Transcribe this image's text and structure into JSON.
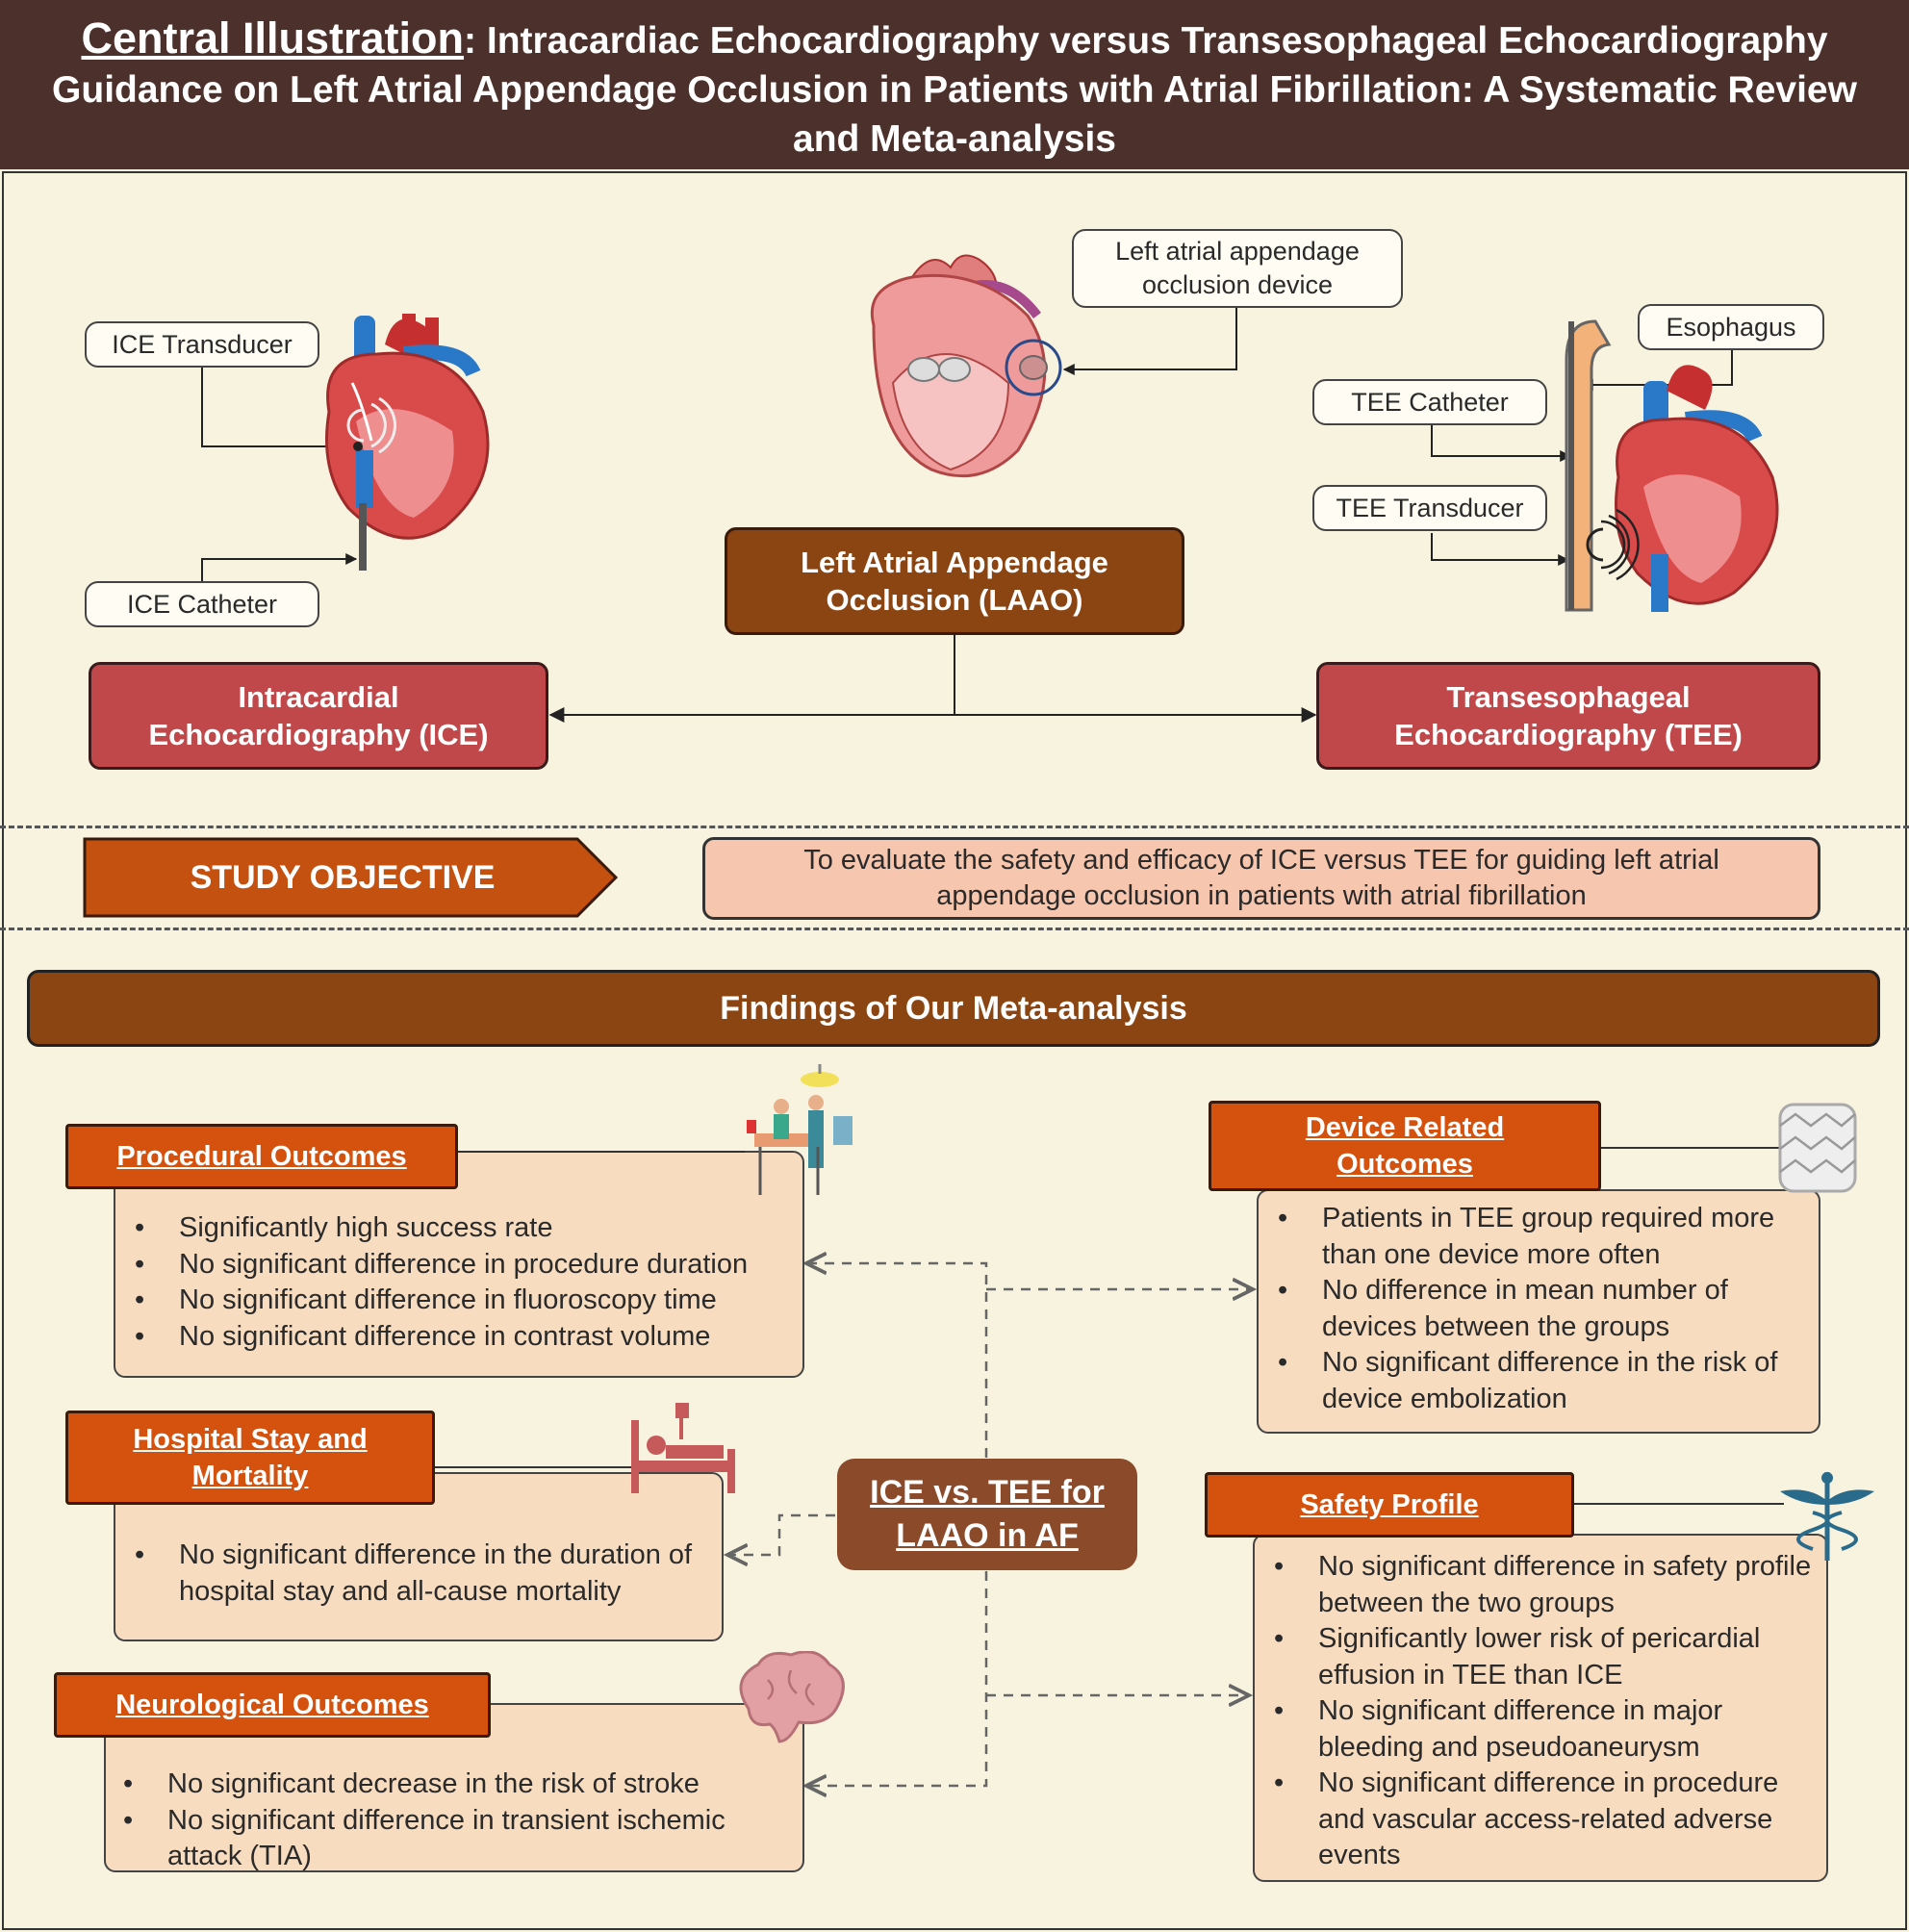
{
  "title": {
    "lead": "Central Illustration",
    "line1": ": Intracardiac Echocardiography versus Transesophageal Echocardiography",
    "line2": "Guidance on Left Atrial Appendage Occlusion in Patients with Atrial Fibrillation: A Systematic Review",
    "line3": "and Meta-analysis"
  },
  "diagram": {
    "ice_transducer": "ICE Transducer",
    "ice_catheter": "ICE Catheter",
    "laa_device_line1": "Left atrial appendage",
    "laa_device_line2": "occlusion device",
    "esophagus": "Esophagus",
    "tee_catheter": "TEE Catheter",
    "tee_transducer": "TEE Transducer",
    "laao_line1": "Left Atrial Appendage",
    "laao_line2": "Occlusion (LAAO)",
    "ice_line1": "Intracardial",
    "ice_line2": "Echocardiography (ICE)",
    "tee_line1": "Transesophageal",
    "tee_line2": "Echocardiography (TEE)"
  },
  "objective": {
    "label": "STUDY OBJECTIVE",
    "line1": "To evaluate the safety and efficacy of ICE versus TEE for guiding left atrial",
    "line2": "appendage occlusion in patients with atrial fibrillation"
  },
  "findings_header": "Findings of Our Meta-analysis",
  "hub": {
    "line1": "ICE vs. TEE for",
    "line2": "LAAO in AF"
  },
  "procedural": {
    "title": "Procedural Outcomes",
    "items": [
      "Significantly high success rate",
      "No significant difference in procedure duration",
      "No significant difference in fluoroscopy time",
      "No significant difference in contrast volume"
    ]
  },
  "hospital": {
    "title_line1": "Hospital Stay and",
    "title_line2": "Mortality",
    "items": [
      "No significant difference in the duration of hospital stay and all-cause mortality"
    ]
  },
  "neuro": {
    "title": "Neurological Outcomes",
    "items": [
      "No significant decrease in the risk of stroke",
      "No significant difference in transient ischemic attack (TIA)"
    ]
  },
  "device": {
    "title_line1": "Device Related",
    "title_line2": "Outcomes",
    "items": [
      "Patients in TEE group required more than one device more often",
      "No difference in mean number of devices between the groups",
      "No significant difference in the risk of device embolization"
    ]
  },
  "safety": {
    "title": "Safety Profile",
    "items": [
      "No significant difference in safety profile between the two groups",
      "Significantly lower risk of pericardial effusion in TEE than ICE",
      "No significant difference in major bleeding and pseudoaneurysm",
      "No significant difference in procedure and vascular access-related adverse events"
    ]
  },
  "colors": {
    "title_bar": "#4b302b",
    "background": "#f7f3df",
    "red_box": "#c0484a",
    "brown_box": "#8b4513",
    "tab_orange": "#d4520e",
    "panel": "#f8dcc0",
    "objective_fill": "#f7c6ae"
  }
}
